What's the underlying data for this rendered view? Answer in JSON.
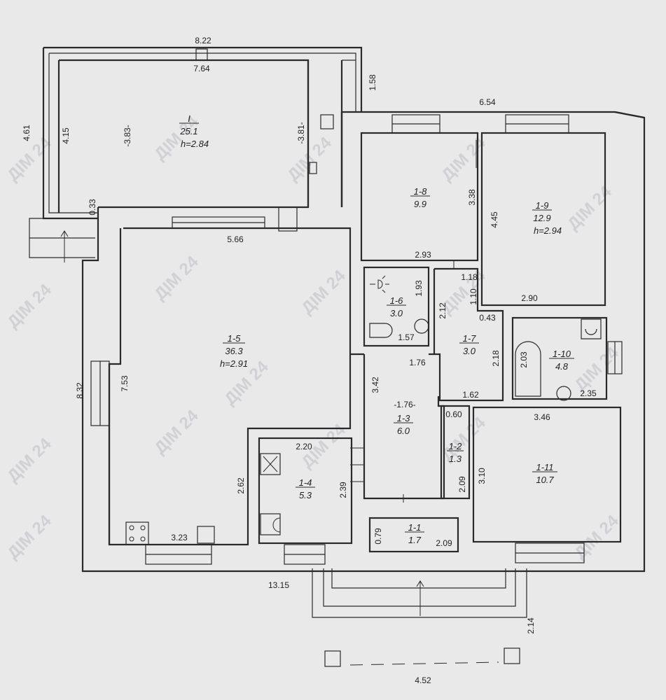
{
  "watermark": "ДІМ 24",
  "rooms": {
    "r1": {
      "num": "I",
      "area": "25.1",
      "h": "h=2.84"
    },
    "r15": {
      "num": "1-5",
      "area": "36.3",
      "h": "h=2.91"
    },
    "r18": {
      "num": "1-8",
      "area": "9.9"
    },
    "r19": {
      "num": "1-9",
      "area": "12.9",
      "h": "h=2.94"
    },
    "r16": {
      "num": "1-6",
      "area": "3.0"
    },
    "r17": {
      "num": "1-7",
      "area": "3.0"
    },
    "r110": {
      "num": "1-10",
      "area": "4.8"
    },
    "r13": {
      "num": "1-3",
      "area": "6.0"
    },
    "r12": {
      "num": "1-2",
      "area": "1.3"
    },
    "r14": {
      "num": "1-4",
      "area": "5.3"
    },
    "r111": {
      "num": "1-11",
      "area": "10.7"
    },
    "r11": {
      "num": "1-1",
      "area": "1.7"
    }
  },
  "dims": {
    "top_total": "8.22",
    "veranda_inner": "7.64",
    "left_veranda": "4.61",
    "veranda_inner_h": "4.15",
    "veranda_mid_left": "-3.83-",
    "veranda_mid_right": "-3.81-",
    "step_158": "1.58",
    "right_top": "6.54",
    "small_033": "0.33",
    "hall_566": "5.66",
    "r18_h": "3.38",
    "r18_w": "2.93",
    "r19_h": "4.45",
    "r19_w": "2.90",
    "d118": "1.18",
    "d110": "1.10",
    "d043": "0.43",
    "r16_h": "1.93",
    "r16_w": "1.57",
    "r17_h": "2.12",
    "r17_h2": "2.18",
    "d176": "1.76",
    "r110_h": "2.03",
    "r110_w": "2.35",
    "left_832": "8.32",
    "r15_h": "7.53",
    "r13_h": "3.42",
    "r13_w": "-1.76-",
    "d162": "1.62",
    "r111_w": "3.46",
    "d060": "0.60",
    "r14_w": "2.20",
    "r14_h": "2.39",
    "d262": "2.62",
    "r12_h": "2.09",
    "r111_h": "3.10",
    "d079": "0.79",
    "r11_w": "2.09",
    "d323": "3.23",
    "bottom_total": "13.15",
    "porch_214": "2.14",
    "porch_452": "4.52"
  }
}
